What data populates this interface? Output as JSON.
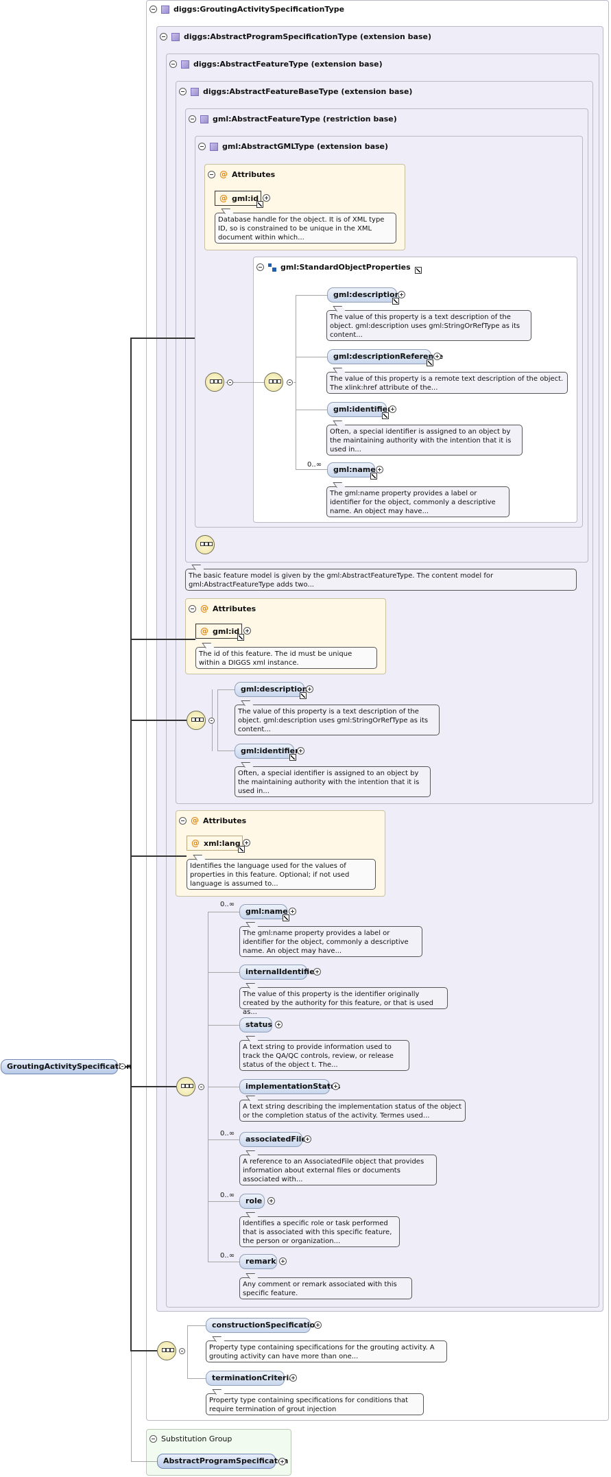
{
  "root": {
    "label": "GroutingActivitySpecification"
  },
  "types": {
    "grouting": "diggs:GroutingActivitySpecificationType",
    "abstract_program": "diggs:AbstractProgramSpecificationType (extension base)",
    "abstract_feature": "diggs:AbstractFeatureType (extension base)",
    "abstract_feature_base": "diggs:AbstractFeatureBaseType (extension base)",
    "gml_feature": "gml:AbstractFeatureType (restriction base)",
    "gml_gml": "gml:AbstractGMLType (extension base)"
  },
  "attributes_heading": "Attributes",
  "gml_id_1": {
    "label": "gml:id",
    "doc": "Database handle for the object. It is of XML type ID, so is constrained to be unique in the XML document within which..."
  },
  "std_props": {
    "label": "gml:StandardObjectProperties",
    "items": [
      {
        "label": "gml:description",
        "doc": "The value of this property is a text description of the object. gml:description uses gml:StringOrRefType as its content..."
      },
      {
        "label": "gml:descriptionReference",
        "doc": "The value of this property is a remote text description of the object. The xlink:href attribute of the..."
      },
      {
        "label": "gml:identifier",
        "doc": "Often, a special identifier is assigned to an object by the maintaining authority with the intention that it is used in..."
      },
      {
        "label": "gml:name",
        "card": "0..∞",
        "doc": "The gml:name property provides a label or identifier for the object, commonly a descriptive name. An object may have..."
      }
    ]
  },
  "feature_doc": "The basic feature model is given by the gml:AbstractFeatureType. The content model for gml:AbstractFeatureType adds two...",
  "gml_id_2": {
    "label": "gml:id",
    "doc": "The id of this feature. The id must be unique within a DIGGS xml instance."
  },
  "base_seq": [
    {
      "label": "gml:description",
      "doc": "The value of this property is a text description of the object. gml:description uses gml:StringOrRefType as its content..."
    },
    {
      "label": "gml:identifier",
      "doc": "Often, a special identifier is assigned to an object by the maintaining authority with the intention that it is used in..."
    }
  ],
  "xml_lang": {
    "label": "xml:lang",
    "doc": "Identifies the language used for the values of properties in this feature. Optional; if not used language is assumed to..."
  },
  "feature_seq": [
    {
      "label": "gml:name",
      "card": "0..∞",
      "doc": "The gml:name property provides a label or identifier for the object, commonly a descriptive name. An object may have..."
    },
    {
      "label": "internalIdentifier",
      "card": "",
      "doc": "The value of this property is the identifier originally created by the authority for this feature, or that is used as..."
    },
    {
      "label": "status",
      "card": "",
      "doc": "A text string to provide information used to track the QA/QC controls, review, or release status of the object t. The..."
    },
    {
      "label": "implementationStatus",
      "card": "",
      "doc": "A text string describing the implementation status of the object or the completion status of the activity. Termes used..."
    },
    {
      "label": "associatedFile",
      "card": "0..∞",
      "doc": "A reference to an AssociatedFile object that provides information about external files or documents associated with..."
    },
    {
      "label": "role",
      "card": "0..∞",
      "doc": "Identifies a specific role or task performed that is associated with this specific feature, the person or organization..."
    },
    {
      "label": "remark",
      "card": "0..∞",
      "doc": "Any comment or remark associated with this specific feature."
    }
  ],
  "grout_seq": [
    {
      "label": "constructionSpecification",
      "doc": "Property type containing specifications for the grouting activity. A grouting activity can have more than one..."
    },
    {
      "label": "terminationCriteria",
      "doc": "Property type containing specifications for conditions that require termination of grout injection"
    }
  ],
  "substitution": {
    "heading": "Substitution Group",
    "item": "AbstractProgramSpecificaton"
  }
}
